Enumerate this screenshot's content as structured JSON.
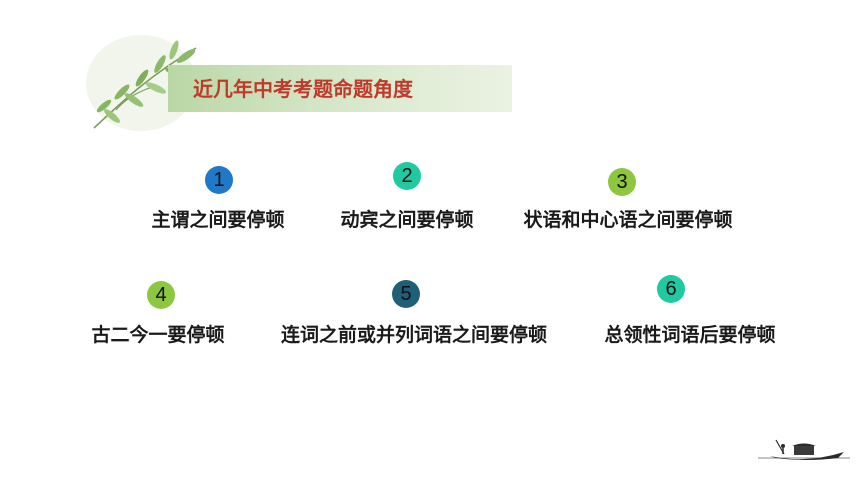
{
  "title": "近几年中考考题命题角度",
  "colors": {
    "title_text": "#c0392b",
    "title_bar": "#c4ddb0",
    "circle_blue": "#1f78c8",
    "circle_teal": "#20c9a0",
    "circle_green": "#8dc63f",
    "circle_dark_teal": "#1f5f78"
  },
  "items": [
    {
      "num": "1",
      "label": "主谓之间要停顿",
      "color": "#1f78c8"
    },
    {
      "num": "2",
      "label": "动宾之间要停顿",
      "color": "#20c9a0"
    },
    {
      "num": "3",
      "label": "状语和中心语之间要停顿",
      "color": "#8dc63f"
    },
    {
      "num": "4",
      "label": "古二今一要停顿",
      "color": "#8dc63f"
    },
    {
      "num": "5",
      "label": "连词之前或并列词语之间要停顿",
      "color": "#1f5f78"
    },
    {
      "num": "6",
      "label": "总领性词语后要停顿",
      "color": "#20c9a0"
    }
  ],
  "icons": {
    "decor_top_left": "leaf-branch-icon",
    "decor_bottom_right": "boat-icon"
  }
}
